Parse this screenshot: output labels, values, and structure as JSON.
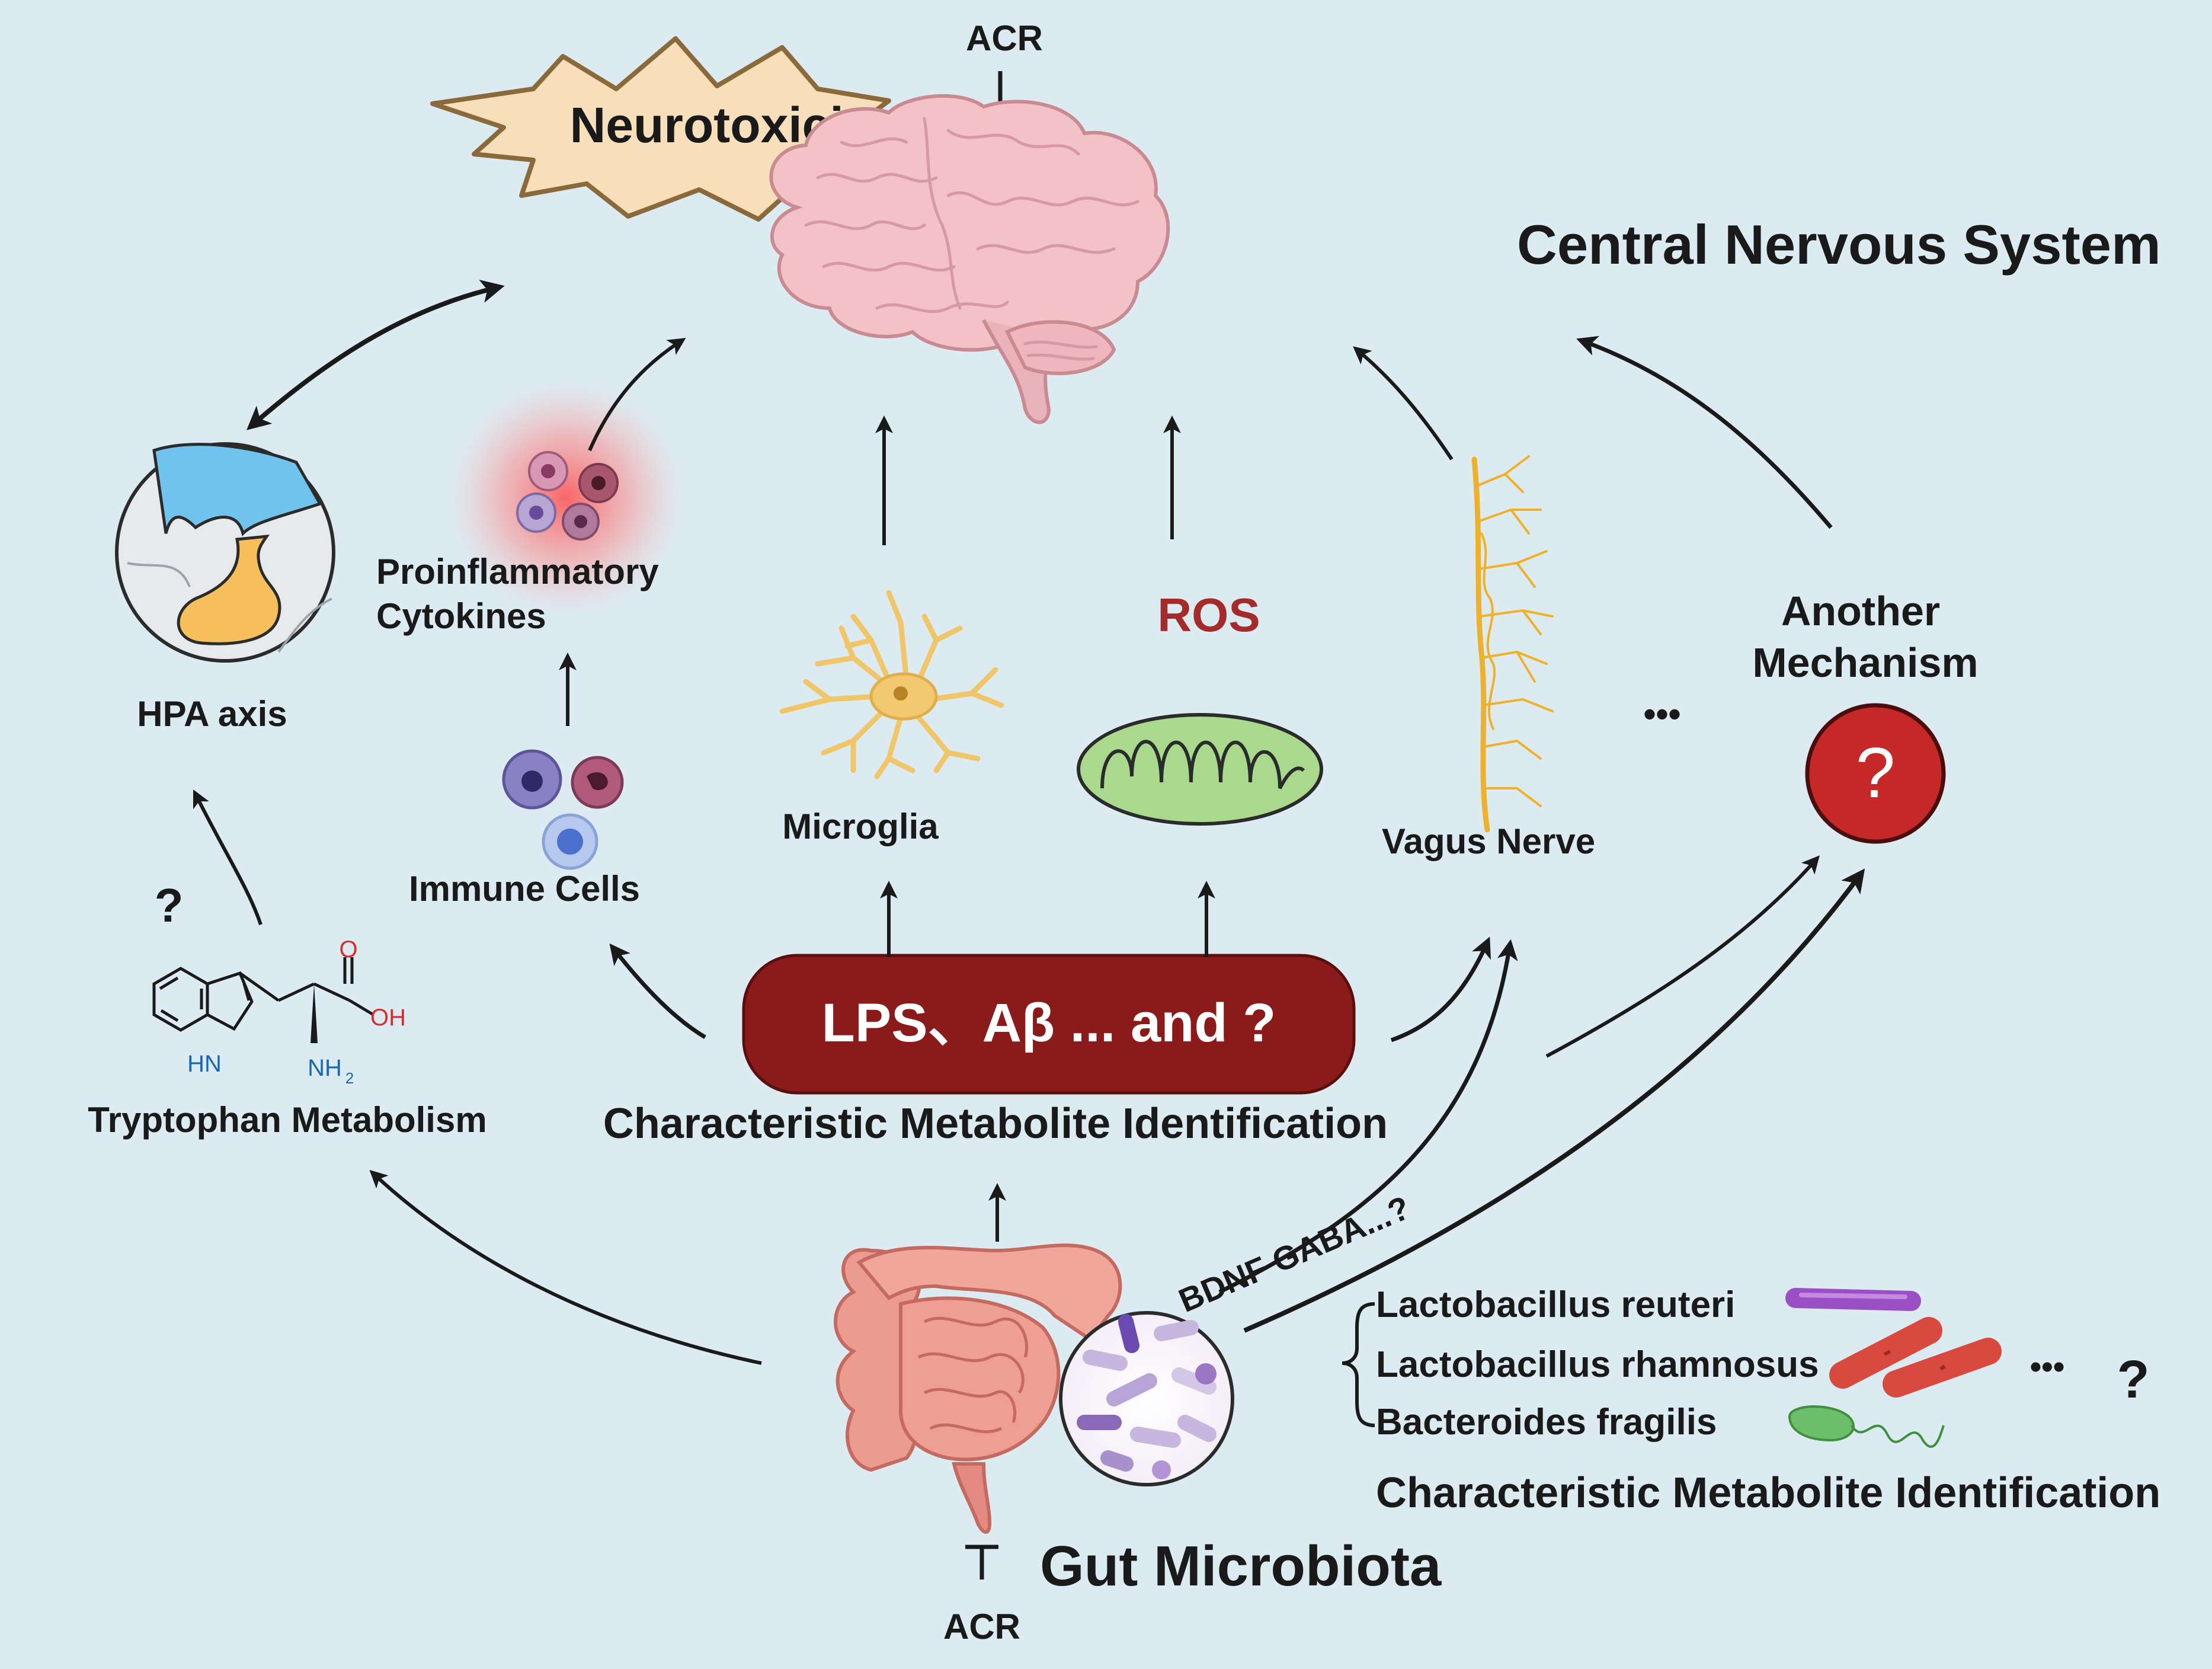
{
  "acr_top": "ACR",
  "acr_bottom": "ACR",
  "neurotoxicity": "Neurotoxicity",
  "cns_label": "Central Nervous System",
  "hpa_label": "HPA axis",
  "proinflammatory": [
    "Proinflammatory",
    "Cytokines"
  ],
  "immune_cells": "Immune Cells",
  "microglia": "Microglia",
  "ros": "ROS",
  "vagus_nerve": "Vagus Nerve",
  "another_mechanism": [
    "Another",
    "Mechanism"
  ],
  "question": "?",
  "ellipsis": "•••",
  "tryptophan": "Tryptophan Metabolism",
  "metabolite_box": "LPS、Aβ ... and ?",
  "metabolite_id": "Characteristic Metabolite Identification",
  "bdnf": "BDNF GABA...?",
  "bacteria": [
    "Lactobacillus reuteri",
    "Lactobacillus rhamnosus",
    "Bacteroides fragilis"
  ],
  "bacteria_more": "•••",
  "metabolite_id_2": "Characteristic Metabolite Identification",
  "gut_label": "Gut Microbiota",
  "molecule": {
    "o": "O",
    "oh": "OH",
    "hn": "HN",
    "nh": "NH",
    "sub2": "2"
  },
  "colors": {
    "background": "#dcebf1",
    "box": "#8b1a1a",
    "ros": "#a52a2a",
    "question_circle": "#c62828",
    "arrow": "#1a1a1a"
  }
}
